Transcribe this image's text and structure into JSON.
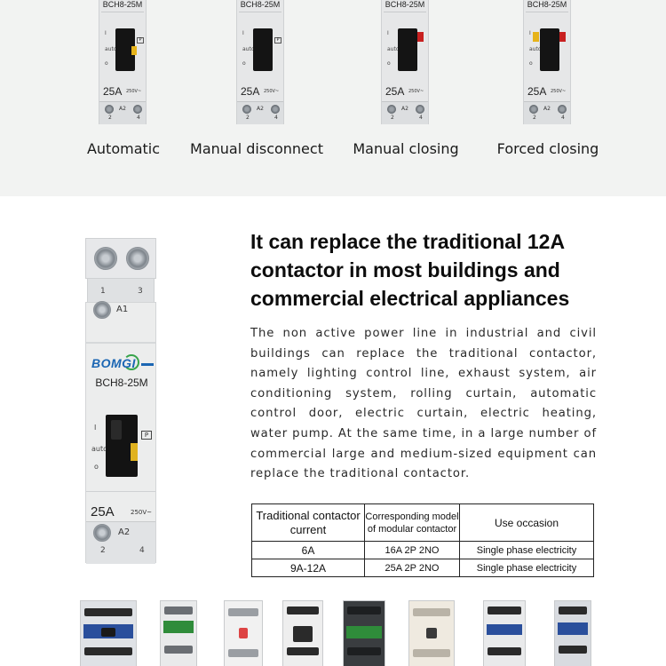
{
  "modes": [
    {
      "caption": "Automatic",
      "model": "BCH8-25M",
      "rating": "25A",
      "voltage": "250V~",
      "knob": "none"
    },
    {
      "caption": "Manual disconnect",
      "model": "BCH8-25M",
      "rating": "25A",
      "voltage": "250V~",
      "knob": "none"
    },
    {
      "caption": "Manual closing",
      "model": "BCH8-25M",
      "rating": "25A",
      "voltage": "250V~",
      "knob": "red"
    },
    {
      "caption": "Forced closing",
      "model": "BCH8-25M",
      "rating": "25A",
      "voltage": "250V~",
      "knob": "red-yellow"
    }
  ],
  "mini_labels": {
    "a2": "A2",
    "t2": "2",
    "t4": "4",
    "mark_i": "I",
    "mark_auto": "auto",
    "mark_o": "o",
    "pbox": "P"
  },
  "product": {
    "brand": "BOMGI",
    "model": "BCH8-25M",
    "terminal_1": "1",
    "terminal_3": "3",
    "terminal_a1": "A1",
    "terminal_a2": "A2",
    "terminal_2": "2",
    "terminal_4": "4",
    "rating": "25A",
    "voltage": "250V~",
    "mark_i": "I",
    "mark_auto": "auto",
    "mark_o": "o",
    "pbox": "P"
  },
  "headline": "It can replace the traditional 12A contactor in most buildings and commercial electrical appliances",
  "body": "The non active power line in industrial and civil buildings can replace the traditional contactor, namely lighting control line, exhaust system, air conditioning system, rolling curtain, automatic control door, electric curtain, electric heating, water pump. At the same time, in a large number of commercial large and medium-sized equipment can replace the traditional contactor.",
  "table": {
    "headers": [
      "Traditional contactor current",
      "Corresponding model of modular contactor",
      "Use occasion"
    ],
    "rows": [
      [
        "6A",
        "16A 2P 2NO",
        "Single phase electricity"
      ],
      [
        "9A-12A",
        "25A 2P 2NO",
        "Single phase electricity"
      ]
    ]
  },
  "colors": {
    "strip_bg": "#f2f3f2",
    "brand_blue": "#1b66b3",
    "brand_green": "#37a34a",
    "handle_black": "#141414",
    "knob_red": "#c82020",
    "knob_yellow": "#e0b21f",
    "contactor_blue": "#2a4f9c",
    "contactor_green": "#2f8c3a"
  }
}
